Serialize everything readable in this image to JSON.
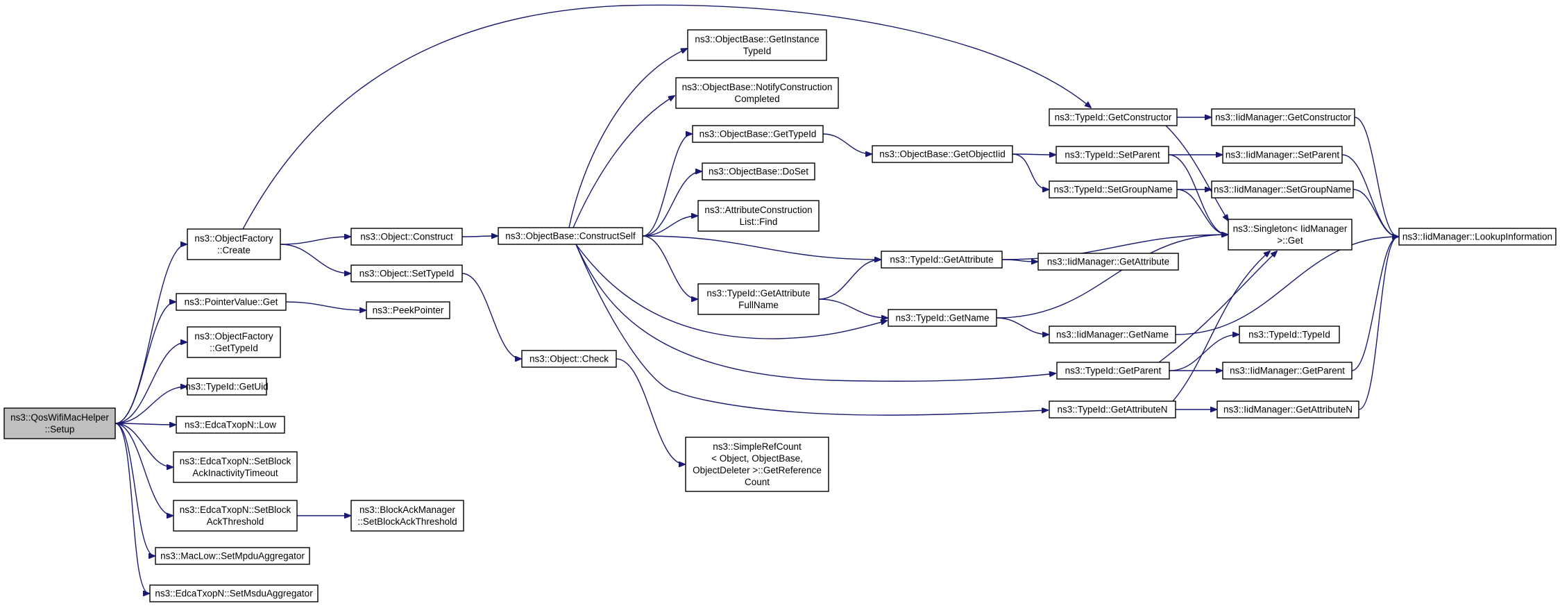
{
  "colors": {
    "edge": "#191970",
    "root_fill": "#bfbfbf",
    "node_fill": "#ffffff",
    "node_stroke": "#000000"
  },
  "nodes": [
    {
      "id": "qos_setup",
      "name": "node-qos-wifi-mac-helper-setup",
      "lines": [
        "ns3::QosWifiMacHelper",
        "::Setup"
      ],
      "root": true
    },
    {
      "id": "objfactory_create",
      "name": "node-object-factory-create",
      "lines": [
        "ns3::ObjectFactory",
        "::Create"
      ]
    },
    {
      "id": "pointervalue_get",
      "name": "node-pointer-value-get",
      "lines": [
        "ns3::PointerValue::Get"
      ]
    },
    {
      "id": "objfactory_gettypeid",
      "name": "node-object-factory-get-type-id",
      "lines": [
        "ns3::ObjectFactory",
        "::GetTypeId"
      ]
    },
    {
      "id": "typeid_getuid",
      "name": "node-type-id-get-uid",
      "lines": [
        "ns3::TypeId::GetUid"
      ]
    },
    {
      "id": "edca_low",
      "name": "node-edca-txop-n-low",
      "lines": [
        "ns3::EdcaTxopN::Low"
      ]
    },
    {
      "id": "edca_setblockackinact",
      "name": "node-edca-set-block-ack-inactivity-timeout",
      "lines": [
        "ns3::EdcaTxopN::SetBlock",
        "AckInactivityTimeout"
      ]
    },
    {
      "id": "edca_setblockackthr",
      "name": "node-edca-set-block-ack-threshold",
      "lines": [
        "ns3::EdcaTxopN::SetBlock",
        "AckThreshold"
      ]
    },
    {
      "id": "maclow_setmpdu",
      "name": "node-mac-low-set-mpdu-aggregator",
      "lines": [
        "ns3::MacLow::SetMpduAggregator"
      ]
    },
    {
      "id": "edca_setmsdu",
      "name": "node-edca-set-msdu-aggregator",
      "lines": [
        "ns3::EdcaTxopN::SetMsduAggregator"
      ]
    },
    {
      "id": "object_construct",
      "name": "node-object-construct",
      "lines": [
        "ns3::Object::Construct"
      ]
    },
    {
      "id": "object_settypeid",
      "name": "node-object-set-type-id",
      "lines": [
        "ns3::Object::SetTypeId"
      ]
    },
    {
      "id": "peekpointer",
      "name": "node-peek-pointer",
      "lines": [
        "ns3::PeekPointer"
      ]
    },
    {
      "id": "blockackmgr_setthr",
      "name": "node-block-ack-manager-set-block-ack-threshold",
      "lines": [
        "ns3::BlockAckManager",
        "::SetBlockAckThreshold"
      ]
    },
    {
      "id": "objbase_constructself",
      "name": "node-object-base-construct-self",
      "lines": [
        "ns3::ObjectBase::ConstructSelf"
      ]
    },
    {
      "id": "object_check",
      "name": "node-object-check",
      "lines": [
        "ns3::Object::Check"
      ]
    },
    {
      "id": "objbase_getinstancetypeid",
      "name": "node-object-base-get-instance-type-id",
      "lines": [
        "ns3::ObjectBase::GetInstance",
        "TypeId"
      ]
    },
    {
      "id": "objbase_notifyconstruction",
      "name": "node-object-base-notify-construction-completed",
      "lines": [
        "ns3::ObjectBase::NotifyConstruction",
        "Completed"
      ]
    },
    {
      "id": "objbase_gettypeid",
      "name": "node-object-base-get-type-id",
      "lines": [
        "ns3::ObjectBase::GetTypeId"
      ]
    },
    {
      "id": "objbase_doset",
      "name": "node-object-base-do-set",
      "lines": [
        "ns3::ObjectBase::DoSet"
      ]
    },
    {
      "id": "attrconstructionlist_find",
      "name": "node-attribute-construction-list-find",
      "lines": [
        "ns3::AttributeConstruction",
        "List::Find"
      ]
    },
    {
      "id": "typeid_getattributefullname",
      "name": "node-type-id-get-attribute-full-name",
      "lines": [
        "ns3::TypeId::GetAttribute",
        "FullName"
      ]
    },
    {
      "id": "simplerefcount",
      "name": "node-simple-ref-count-get-reference-count",
      "lines": [
        "ns3::SimpleRefCount",
        "< Object, ObjectBase,",
        "ObjectDeleter >::GetReference",
        "Count"
      ]
    },
    {
      "id": "objbase_getobjectiid",
      "name": "node-object-base-get-object-iid",
      "lines": [
        "ns3::ObjectBase::GetObjectIid"
      ]
    },
    {
      "id": "typeid_getattribute",
      "name": "node-type-id-get-attribute",
      "lines": [
        "ns3::TypeId::GetAttribute"
      ]
    },
    {
      "id": "typeid_getname",
      "name": "node-type-id-get-name",
      "lines": [
        "ns3::TypeId::GetName"
      ]
    },
    {
      "id": "typeid_getconstructor",
      "name": "node-type-id-get-constructor",
      "lines": [
        "ns3::TypeId::GetConstructor"
      ]
    },
    {
      "id": "typeid_setparent",
      "name": "node-type-id-set-parent",
      "lines": [
        "ns3::TypeId::SetParent"
      ]
    },
    {
      "id": "typeid_setgroupname",
      "name": "node-type-id-set-group-name",
      "lines": [
        "ns3::TypeId::SetGroupName"
      ]
    },
    {
      "id": "typeid_getparent",
      "name": "node-type-id-get-parent",
      "lines": [
        "ns3::TypeId::GetParent"
      ]
    },
    {
      "id": "typeid_getattributen",
      "name": "node-type-id-get-attribute-n",
      "lines": [
        "ns3::TypeId::GetAttributeN"
      ]
    },
    {
      "id": "iidmgr_getattribute",
      "name": "node-iid-manager-get-attribute",
      "lines": [
        "ns3::IidManager::GetAttribute"
      ]
    },
    {
      "id": "iidmgr_getname",
      "name": "node-iid-manager-get-name",
      "lines": [
        "ns3::IidManager::GetName"
      ]
    },
    {
      "id": "iidmgr_getconstructor",
      "name": "node-iid-manager-get-constructor",
      "lines": [
        "ns3::IidManager::GetConstructor"
      ]
    },
    {
      "id": "iidmgr_setparent",
      "name": "node-iid-manager-set-parent",
      "lines": [
        "ns3::IidManager::SetParent"
      ]
    },
    {
      "id": "iidmgr_setgroupname",
      "name": "node-iid-manager-set-group-name",
      "lines": [
        "ns3::IidManager::SetGroupName"
      ]
    },
    {
      "id": "singleton_get",
      "name": "node-singleton-iid-manager-get",
      "lines": [
        "ns3::Singleton< IidManager",
        ">::Get"
      ]
    },
    {
      "id": "typeid_typeid",
      "name": "node-type-id-type-id",
      "lines": [
        "ns3::TypeId::TypeId"
      ]
    },
    {
      "id": "iidmgr_getparent",
      "name": "node-iid-manager-get-parent",
      "lines": [
        "ns3::IidManager::GetParent"
      ]
    },
    {
      "id": "iidmgr_getattributen",
      "name": "node-iid-manager-get-attribute-n",
      "lines": [
        "ns3::IidManager::GetAttributeN"
      ]
    },
    {
      "id": "iidmgr_lookupinformation",
      "name": "node-iid-manager-lookup-information",
      "lines": [
        "ns3::IidManager::LookupInformation"
      ]
    }
  ],
  "edges": [
    [
      "qos_setup",
      "objfactory_create"
    ],
    [
      "qos_setup",
      "pointervalue_get"
    ],
    [
      "qos_setup",
      "objfactory_gettypeid"
    ],
    [
      "qos_setup",
      "typeid_getuid"
    ],
    [
      "qos_setup",
      "edca_low"
    ],
    [
      "qos_setup",
      "edca_setblockackinact"
    ],
    [
      "qos_setup",
      "edca_setblockackthr"
    ],
    [
      "qos_setup",
      "maclow_setmpdu"
    ],
    [
      "qos_setup",
      "edca_setmsdu"
    ],
    [
      "objfactory_create",
      "object_construct"
    ],
    [
      "objfactory_create",
      "object_settypeid"
    ],
    [
      "objfactory_create",
      "typeid_getconstructor"
    ],
    [
      "pointervalue_get",
      "peekpointer"
    ],
    [
      "edca_setblockackthr",
      "blockackmgr_setthr"
    ],
    [
      "object_construct",
      "objbase_constructself"
    ],
    [
      "object_settypeid",
      "object_check"
    ],
    [
      "object_check",
      "simplerefcount"
    ],
    [
      "objbase_constructself",
      "objbase_getinstancetypeid"
    ],
    [
      "objbase_constructself",
      "objbase_notifyconstruction"
    ],
    [
      "objbase_constructself",
      "objbase_gettypeid"
    ],
    [
      "objbase_constructself",
      "objbase_doset"
    ],
    [
      "objbase_constructself",
      "attrconstructionlist_find"
    ],
    [
      "objbase_constructself",
      "typeid_getattributefullname"
    ],
    [
      "objbase_constructself",
      "typeid_getattribute"
    ],
    [
      "objbase_constructself",
      "typeid_getname"
    ],
    [
      "objbase_constructself",
      "typeid_getparent"
    ],
    [
      "objbase_constructself",
      "typeid_getattributen"
    ],
    [
      "objbase_gettypeid",
      "objbase_getobjectiid"
    ],
    [
      "objbase_getobjectiid",
      "typeid_setparent"
    ],
    [
      "objbase_getobjectiid",
      "typeid_setgroupname"
    ],
    [
      "typeid_getattributefullname",
      "typeid_getattribute"
    ],
    [
      "typeid_getattributefullname",
      "typeid_getname"
    ],
    [
      "typeid_getconstructor",
      "iidmgr_getconstructor"
    ],
    [
      "typeid_getconstructor",
      "singleton_get"
    ],
    [
      "typeid_setparent",
      "iidmgr_setparent"
    ],
    [
      "typeid_setparent",
      "singleton_get"
    ],
    [
      "typeid_setgroupname",
      "iidmgr_setgroupname"
    ],
    [
      "typeid_setgroupname",
      "singleton_get"
    ],
    [
      "typeid_getattribute",
      "singleton_get"
    ],
    [
      "typeid_getattribute",
      "iidmgr_getattribute"
    ],
    [
      "typeid_getname",
      "singleton_get"
    ],
    [
      "typeid_getname",
      "iidmgr_getname"
    ],
    [
      "typeid_getparent",
      "singleton_get"
    ],
    [
      "typeid_getparent",
      "typeid_typeid"
    ],
    [
      "typeid_getparent",
      "iidmgr_getparent"
    ],
    [
      "typeid_getattributen",
      "singleton_get"
    ],
    [
      "typeid_getattributen",
      "iidmgr_getattributen"
    ],
    [
      "iidmgr_getconstructor",
      "iidmgr_lookupinformation"
    ],
    [
      "iidmgr_setparent",
      "iidmgr_lookupinformation"
    ],
    [
      "iidmgr_setgroupname",
      "iidmgr_lookupinformation"
    ],
    [
      "iidmgr_getname",
      "iidmgr_lookupinformation"
    ],
    [
      "iidmgr_getparent",
      "iidmgr_lookupinformation"
    ],
    [
      "iidmgr_getattributen",
      "iidmgr_lookupinformation"
    ]
  ]
}
